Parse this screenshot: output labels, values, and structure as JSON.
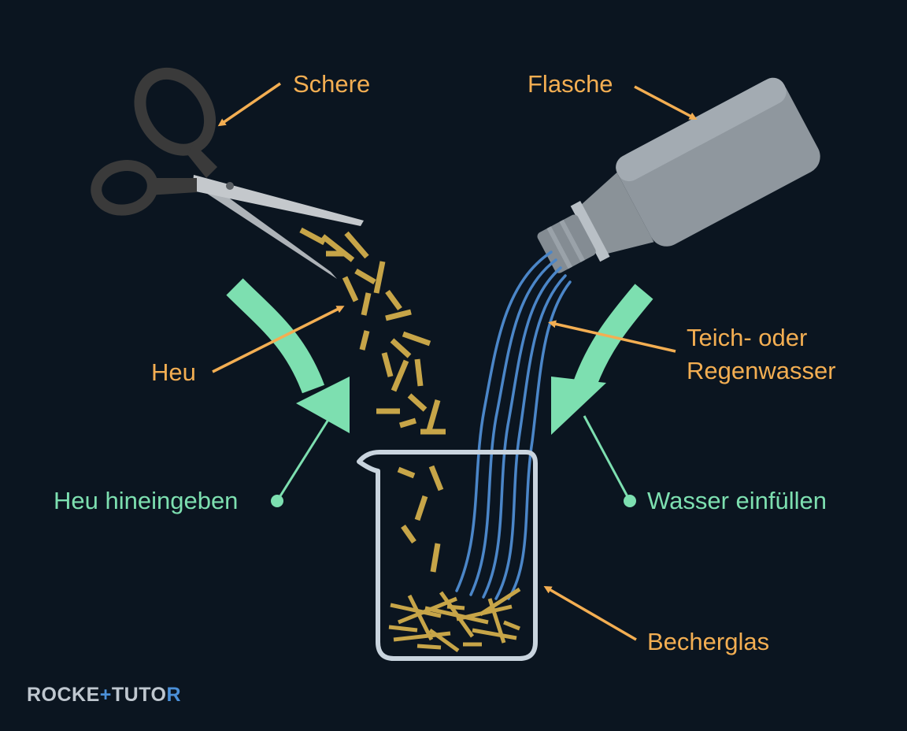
{
  "labels": {
    "schere": "Schere",
    "flasche": "Flasche",
    "heu": "Heu",
    "wasser_line1": "Teich- oder",
    "wasser_line2": "Regenwasser",
    "heu_hineingeben": "Heu hineingeben",
    "wasser_einfuellen": "Wasser einfüllen",
    "becherglas": "Becherglas"
  },
  "logo": {
    "part1": "ROCKE",
    "part2": "+",
    "part3": "TUTO",
    "part4": "R"
  },
  "colors": {
    "background": "#0b1520",
    "label_orange": "#f3ae52",
    "label_green": "#7ddfb0",
    "water_blue": "#4b86c8",
    "hay": "#c7a548",
    "beaker_outline": "#c9d4de",
    "bottle_gray": "#8f979e",
    "scissor_handle": "#3a3a3a",
    "scissor_blade": "#b8bcc1"
  },
  "icons": [
    "scissors-icon",
    "bottle-icon",
    "beaker-icon",
    "hay-icon",
    "water-stream-icon",
    "curved-arrow-icon"
  ]
}
